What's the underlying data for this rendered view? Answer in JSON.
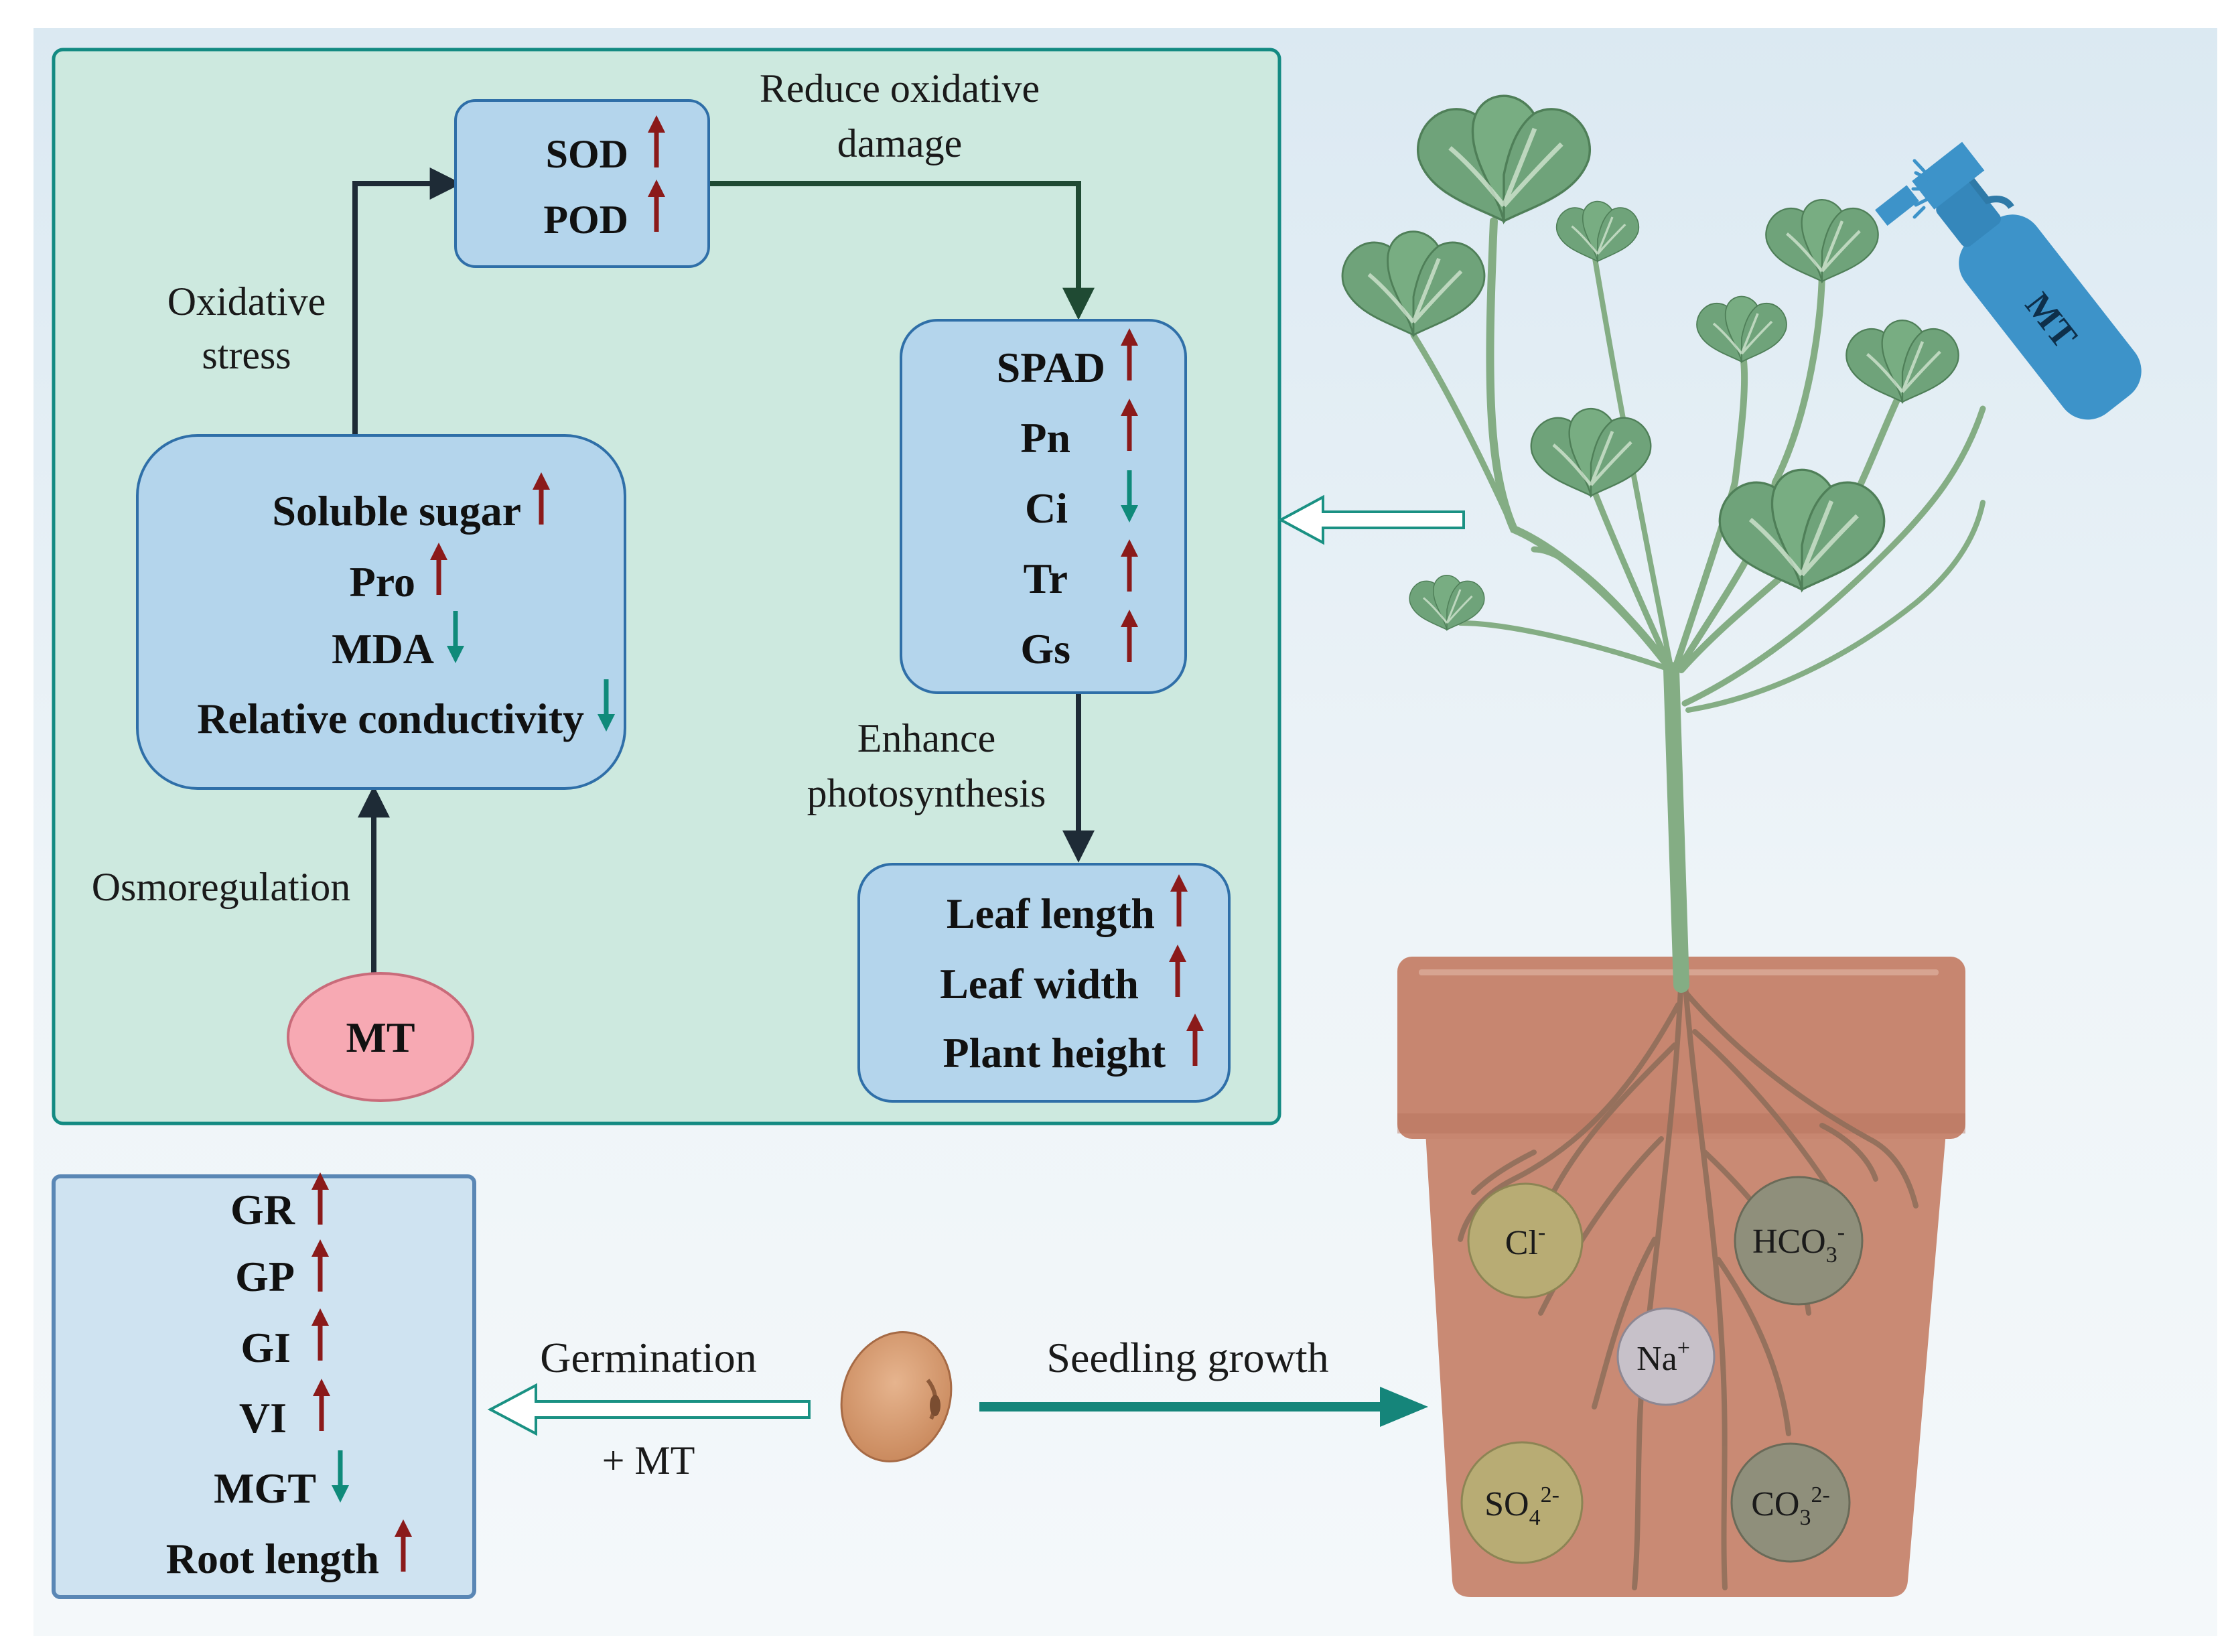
{
  "mechanism": {
    "antioxidant": {
      "items": [
        {
          "label": "SOD",
          "trend": "up"
        },
        {
          "label": "POD",
          "trend": "up"
        }
      ]
    },
    "osmotic": {
      "items": [
        {
          "label": "Soluble sugar",
          "trend": "up"
        },
        {
          "label": "Pro",
          "trend": "up"
        },
        {
          "label": "MDA",
          "trend": "down"
        },
        {
          "label": "Relative conductivity",
          "trend": "down"
        }
      ]
    },
    "photosynthesis": {
      "items": [
        {
          "label": "SPAD",
          "trend": "up"
        },
        {
          "label": "Pn",
          "trend": "up"
        },
        {
          "label": "Ci",
          "trend": "down"
        },
        {
          "label": "Tr",
          "trend": "up"
        },
        {
          "label": "Gs",
          "trend": "up"
        }
      ]
    },
    "growth": {
      "items": [
        {
          "label": "Leaf length",
          "trend": "up"
        },
        {
          "label": "Leaf width",
          "trend": "up"
        },
        {
          "label": "Plant height",
          "trend": "up"
        }
      ]
    },
    "mt_node": "MT",
    "edges": {
      "oxidative_stress": [
        "Oxidative",
        "stress"
      ],
      "reduce_damage": [
        "Reduce oxidative",
        "damage"
      ],
      "enhance_photosynthesis": [
        "Enhance",
        "photosynthesis"
      ],
      "osmoregulation": "Osmoregulation"
    }
  },
  "germination": {
    "items": [
      {
        "label": "GR",
        "trend": "up"
      },
      {
        "label": "GP",
        "trend": "up"
      },
      {
        "label": "GI",
        "trend": "up"
      },
      {
        "label": "VI",
        "trend": "up"
      },
      {
        "label": "MGT",
        "trend": "down"
      },
      {
        "label": "Root length",
        "trend": "up"
      }
    ],
    "arrow_label": "Germination",
    "arrow_sublabel": "+ MT"
  },
  "seedling_label": "Seedling growth",
  "sprayer_label": "MT",
  "soil_ions": [
    {
      "id": "cl",
      "base": "Cl",
      "sup": "-",
      "sub": ""
    },
    {
      "id": "hco3",
      "base": "HCO",
      "sub": "3",
      "sup": "-"
    },
    {
      "id": "na",
      "base": "Na",
      "sup": "+",
      "sub": ""
    },
    {
      "id": "so4",
      "base": "SO",
      "sub": "4",
      "sup": "2-"
    },
    {
      "id": "co3",
      "base": "CO",
      "sub": "3",
      "sup": "2-"
    }
  ],
  "colors": {
    "up_arrow": "#8b1a1a",
    "down_arrow": "#0f8a7a",
    "panel_fill": "#cde9df",
    "box_fill": "#b4d5ec",
    "box_stroke": "#2f6fa8",
    "mt_fill": "#f7a9b3",
    "pot": "#c98a74",
    "leaf": "#6fa37a",
    "sprayer": "#3d93c9"
  }
}
